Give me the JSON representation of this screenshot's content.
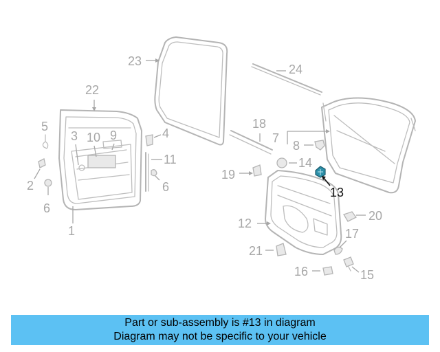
{
  "diagram": {
    "labels": {
      "p1": "1",
      "p2": "2",
      "p3": "3",
      "p4": "4",
      "p5": "5",
      "p6a": "6",
      "p6b": "6",
      "p7": "7",
      "p8": "8",
      "p9": "9",
      "p10": "10",
      "p11": "11",
      "p12": "12",
      "p13": "13",
      "p14": "14",
      "p15": "15",
      "p16": "16",
      "p17": "17",
      "p18": "18",
      "p19": "19",
      "p20": "20",
      "p21": "21",
      "p22": "22",
      "p23": "23",
      "p24": "24"
    },
    "highlighted_part": "13",
    "colors": {
      "highlight": "#2c8fa8",
      "caption_bg": "#5cc1f3"
    }
  },
  "caption": {
    "line1": "Part or sub-assembly is #13 in diagram",
    "line2": "Diagram may not be specific to your vehicle"
  }
}
